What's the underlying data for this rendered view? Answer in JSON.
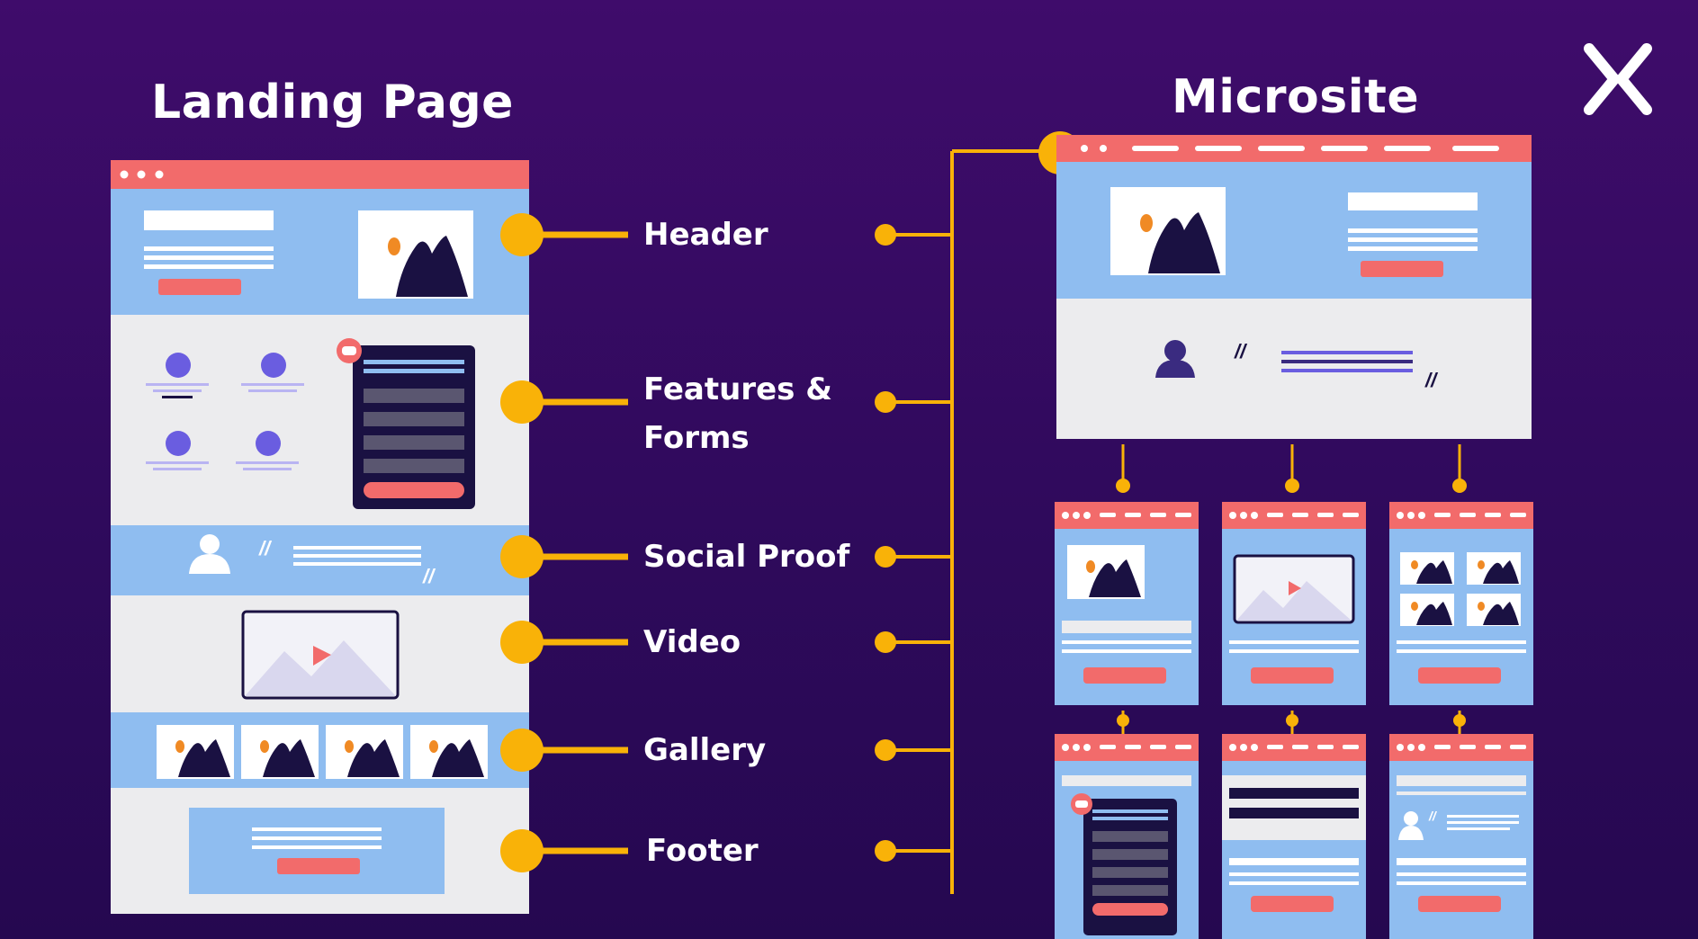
{
  "landing_title": "Landing Page",
  "microsite_title": "Microsite",
  "sections": [
    {
      "id": "header",
      "label": "Header"
    },
    {
      "id": "features",
      "label": "Features & Forms"
    },
    {
      "id": "social",
      "label": "Social Proof"
    },
    {
      "id": "video",
      "label": "Video"
    },
    {
      "id": "gallery",
      "label": "Gallery"
    },
    {
      "id": "footer",
      "label": "Footer"
    }
  ],
  "logo": {
    "icon": "x-brand-logo-icon"
  },
  "colors": {
    "background": "#3a0b66",
    "connector": "#f9b208",
    "browser_bar": "#f26b6b",
    "panel_blue": "#8fbdf0",
    "panel_gray": "#ececee",
    "dark_navy": "#1a1142",
    "accent_purple": "#6a5de0"
  }
}
